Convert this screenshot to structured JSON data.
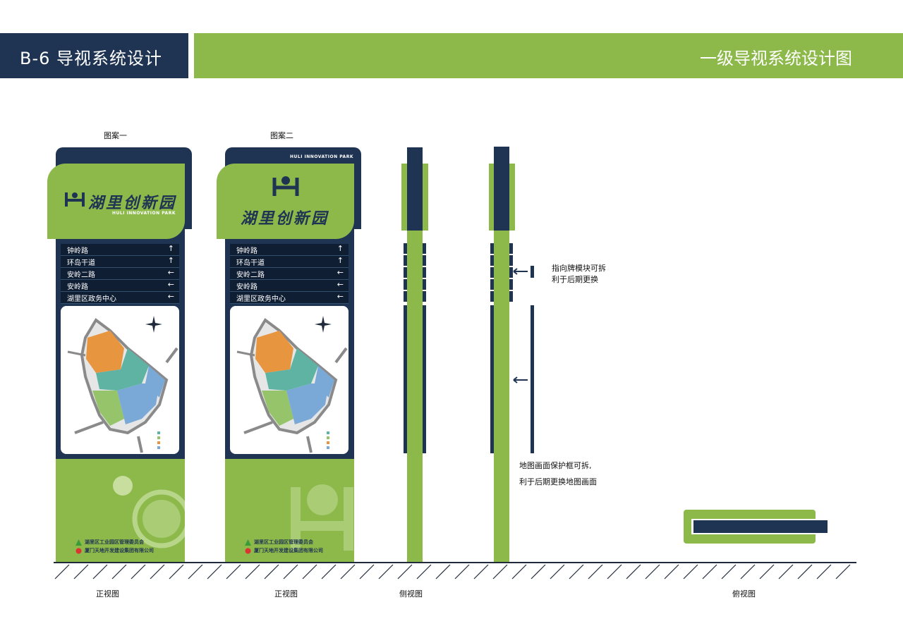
{
  "header": {
    "left_title": "B-6 导视系统设计",
    "right_title": "一级导视系统设计图"
  },
  "captions": {
    "pattern_one": "图案一",
    "pattern_two": "图案二",
    "front_view_1": "正视图",
    "front_view_2": "正视图",
    "side_view": "侧视图",
    "top_view": "俯视图"
  },
  "sign": {
    "brand_cn": "湖里创新园",
    "brand_en": "HULI INNOVATION PARK",
    "directions": [
      {
        "label": "钟岭路",
        "arrow": "↑"
      },
      {
        "label": "环岛干道",
        "arrow": "↑"
      },
      {
        "label": "安岭二路",
        "arrow": "←"
      },
      {
        "label": "安岭路",
        "arrow": "←"
      },
      {
        "label": "湖里区政务中心",
        "arrow": "←"
      }
    ],
    "org_1": "湖里区工业园区管理委员会",
    "org_2": "厦门天地开发建设集团有限公司",
    "compass": "N"
  },
  "notes": {
    "module_1": "指向牌模块可拆",
    "module_2": "利于后期更换",
    "frame_1": "地图画面保护框可拆,",
    "frame_2": "利于后期更换地图画面"
  },
  "colors": {
    "navy": "#1f3452",
    "green": "#8cb94a",
    "orange": "#e8953f",
    "teal": "#5fb3a3",
    "blue": "#7aa9d8"
  }
}
